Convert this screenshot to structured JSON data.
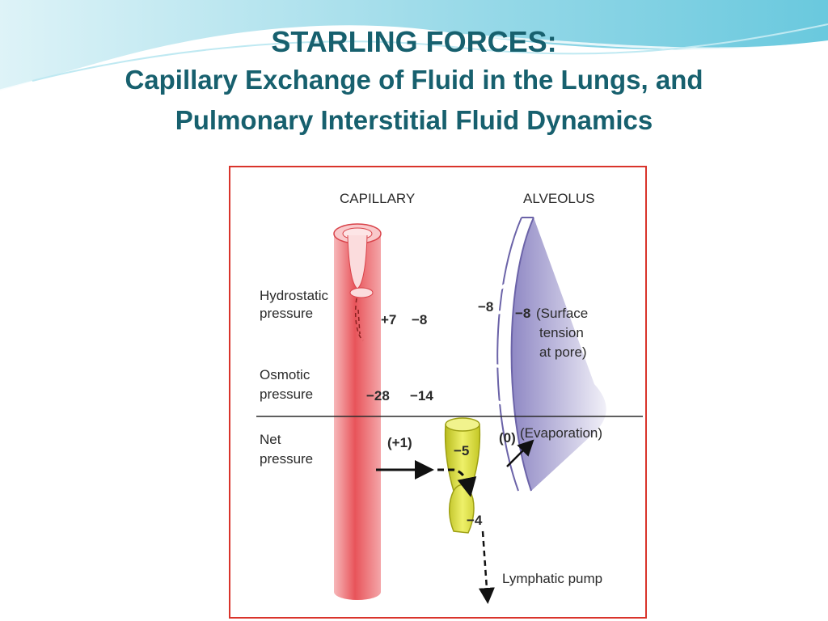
{
  "title": "STARLING FORCES:",
  "subtitle_line1": "Capillary Exchange of Fluid in the Lungs, and",
  "subtitle_line2": "Pulmonary Interstitial Fluid Dynamics",
  "colors": {
    "title": "#17606e",
    "frame_border": "#d9342b",
    "capillary": "#e8545a",
    "alveolus": "#a9a3d4",
    "lymphatic": "#d9dc3c"
  },
  "diagram": {
    "capillary_label": "CAPILLARY",
    "alveolus_label": "ALVEOLUS",
    "row_labels": {
      "hydrostatic_1": "Hydrostatic",
      "hydrostatic_2": "pressure",
      "osmotic_1": "Osmotic",
      "osmotic_2": "pressure",
      "net_1": "Net",
      "net_2": "pressure"
    },
    "values": {
      "cap_hydrostatic": "+7",
      "int_hydrostatic": "−8",
      "alv_hydrostatic_left": "−8",
      "alv_hydrostatic_right": "−8",
      "cap_osmotic": "−28",
      "int_osmotic": "−14",
      "net_capillary": "(+1)",
      "net_alveolus": "(0)",
      "lymph_upper": "−5",
      "lymph_lower": "−4"
    },
    "surface_tension_1": "(Surface",
    "surface_tension_2": "tension",
    "surface_tension_3": "at pore)",
    "evaporation": "(Evaporation)",
    "lymphatic_pump": "Lymphatic pump"
  }
}
